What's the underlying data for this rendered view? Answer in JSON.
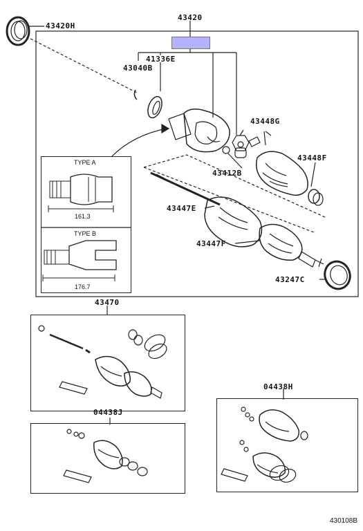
{
  "labels": {
    "p_43420H": "43420H",
    "p_43420": "43420",
    "p_41336E": "41336E",
    "p_43040B": "43040B",
    "p_43448G": "43448G",
    "p_43448F": "43448F",
    "p_43412B": "43412B",
    "p_43447E": "43447E",
    "p_43447F": "43447F",
    "p_43247C": "43247C",
    "p_43470": "43470",
    "p_04438J": "04438J",
    "p_04438H": "04438H"
  },
  "inset": {
    "type_a": "TYPE A",
    "type_a_dim": "161.3",
    "type_b": "TYPE B",
    "type_b_dim": "176.7"
  },
  "diagram_id": "430108B",
  "colors": {
    "highlight": "#b3b3ff",
    "line": "#222222"
  }
}
